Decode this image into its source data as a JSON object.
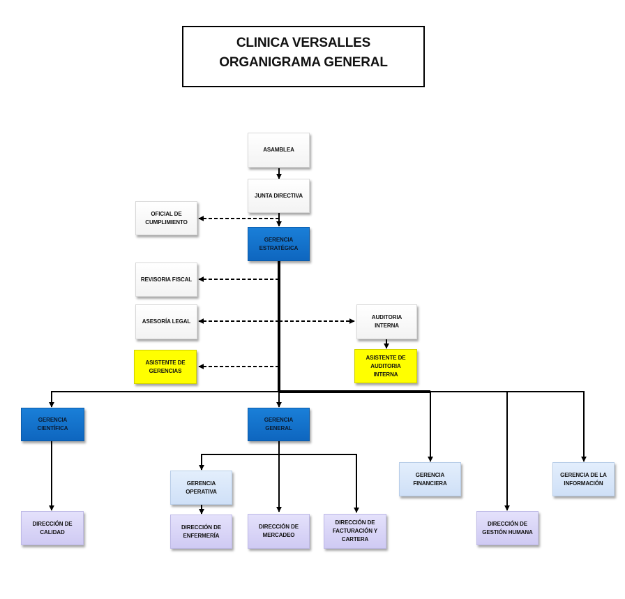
{
  "title": {
    "line1": "CLINICA VERSALLES",
    "line2": "ORGANIGRAMA GENERAL"
  },
  "colors": {
    "strategic_blue": "#1275cf",
    "light_blue": "#dbe8fa",
    "lavender": "#dad6f8",
    "yellow": "#ffff00",
    "white": "#ffffff",
    "line": "#000000"
  },
  "nodes": {
    "asamblea": "ASAMBLEA",
    "junta_directiva": "JUNTA DIRECTIVA",
    "oficial_cumplimiento": "OFICIAL DE CUMPLIMIENTO",
    "gerencia_estrategica": "GERENCIA ESTRATÉGICA",
    "revisoria_fiscal": "REVISORIA FISCAL",
    "asesoria_legal": "ASESORÍA LEGAL",
    "auditoria_interna": "AUDITORIA INTERNA",
    "asistente_gerencias": "ASISTENTE DE GERENCIAS",
    "asistente_auditoria": "ASISTENTE DE AUDITORIA INTERNA",
    "gerencia_cientifica": "GERENCIA CIENTÍFICA",
    "gerencia_general": "GERENCIA GENERAL",
    "gerencia_financiera": "GERENCIA FINANCIERA",
    "gerencia_informacion": "GERENCIA DE LA INFORMACIÓN",
    "gerencia_operativa": "GERENCIA OPERATIVA",
    "direccion_calidad": "DIRECCIÓN DE CALIDAD",
    "direccion_enfermeria": "DIRECCIÓN DE ENFERMERÍA",
    "direccion_mercadeo": "DIRECCIÓN DE MERCADEO",
    "direccion_facturacion": "DIRECCIÓN DE FACTURACIÓN Y CARTERA",
    "direccion_gestion_humana": "DIRECCIÓN DE GESTIÓN HUMANA"
  },
  "relations": [
    {
      "from": "asamblea",
      "to": "junta_directiva",
      "type": "solid"
    },
    {
      "from": "junta_directiva",
      "to": "gerencia_estrategica",
      "type": "solid"
    },
    {
      "from": "junta_directiva",
      "to": "oficial_cumplimiento",
      "type": "dashed"
    },
    {
      "from": "gerencia_estrategica",
      "to": "revisoria_fiscal",
      "type": "dashed"
    },
    {
      "from": "gerencia_estrategica",
      "to": "asesoria_legal",
      "type": "dashed"
    },
    {
      "from": "gerencia_estrategica",
      "to": "auditoria_interna",
      "type": "dashed"
    },
    {
      "from": "gerencia_estrategica",
      "to": "asistente_gerencias",
      "type": "dashed"
    },
    {
      "from": "auditoria_interna",
      "to": "asistente_auditoria",
      "type": "solid"
    },
    {
      "from": "gerencia_estrategica",
      "to": "gerencia_cientifica",
      "type": "solid"
    },
    {
      "from": "gerencia_estrategica",
      "to": "gerencia_general",
      "type": "solid"
    },
    {
      "from": "gerencia_estrategica",
      "to": "gerencia_financiera",
      "type": "solid"
    },
    {
      "from": "gerencia_estrategica",
      "to": "direccion_gestion_humana",
      "type": "solid"
    },
    {
      "from": "gerencia_estrategica",
      "to": "gerencia_informacion",
      "type": "solid"
    },
    {
      "from": "gerencia_cientifica",
      "to": "direccion_calidad",
      "type": "solid"
    },
    {
      "from": "gerencia_general",
      "to": "gerencia_operativa",
      "type": "solid"
    },
    {
      "from": "gerencia_general",
      "to": "direccion_mercadeo",
      "type": "solid"
    },
    {
      "from": "gerencia_general",
      "to": "direccion_facturacion",
      "type": "solid"
    },
    {
      "from": "gerencia_operativa",
      "to": "direccion_enfermeria",
      "type": "solid"
    }
  ]
}
